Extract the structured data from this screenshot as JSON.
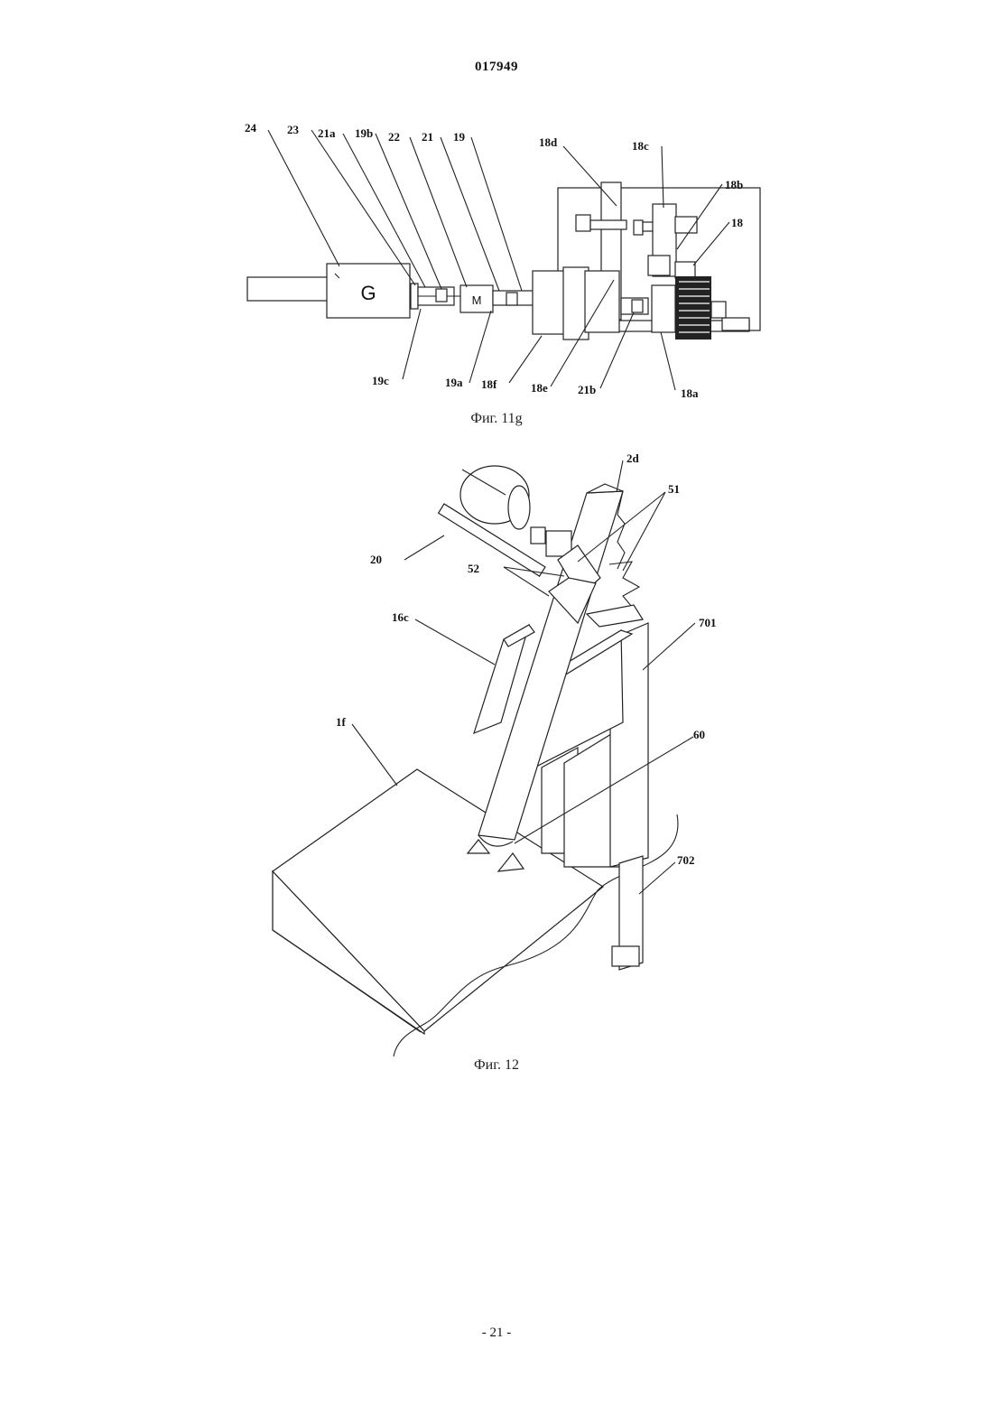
{
  "header": {
    "doc_number": "017949"
  },
  "figure_11g": {
    "caption": "Фиг. 11g",
    "block_labels": {
      "generator": "G",
      "motor": "M"
    },
    "top_labels": [
      "24",
      "23",
      "21a",
      "19b",
      "22",
      "21",
      "19",
      "18d",
      "18c",
      "18b",
      "18"
    ],
    "bottom_labels": [
      "19c",
      "19a",
      "18f",
      "18e",
      "21b",
      "18a"
    ]
  },
  "figure_12": {
    "caption": "Фиг. 12",
    "labels": [
      "2d",
      "51",
      "20",
      "52",
      "16c",
      "701",
      "1f",
      "60",
      "702"
    ]
  },
  "footer": {
    "page": "- 21 -"
  }
}
